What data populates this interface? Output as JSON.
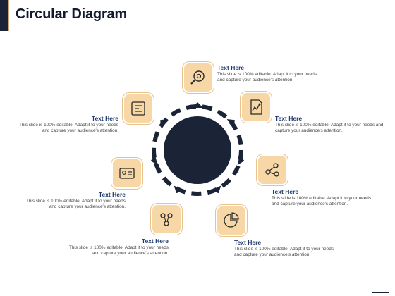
{
  "page": {
    "title": "Circular Diagram"
  },
  "colors": {
    "navy": "#1b2337",
    "accent": "#f7d7a6",
    "border": "#e8c38e",
    "heading": "#1e3a6b"
  },
  "items": [
    {
      "title": "Text Here",
      "desc": "This slide is 100% editable. Adapt it to your needs and capture your audience's attention.",
      "icon": "search-gear-icon"
    },
    {
      "title": "Text Here",
      "desc": "This slide is 100% editable. Adapt it to your needs and capture your audience's attention.",
      "icon": "chart-document-icon"
    },
    {
      "title": "Text Here",
      "desc": "This slide is 100% editable. Adapt it to your needs and capture your audience's attention.",
      "icon": "network-nodes-icon"
    },
    {
      "title": "Text Here",
      "desc": "This slide is 100% editable. Adapt it to your needs and capture your audience's attention.",
      "icon": "pie-chart-icon"
    },
    {
      "title": "Text Here",
      "desc": "This slide is 100% editable. Adapt it to your needs and capture your audience's attention.",
      "icon": "team-icon"
    },
    {
      "title": "Text Here",
      "desc": "This slide is 100% editable. Adapt it to your needs and capture your audience's attention.",
      "icon": "profile-card-icon"
    },
    {
      "title": "Text Here",
      "desc": "This slide is 100% editable. Adapt it to your needs and capture your audience's attention.",
      "icon": "report-icon"
    }
  ]
}
